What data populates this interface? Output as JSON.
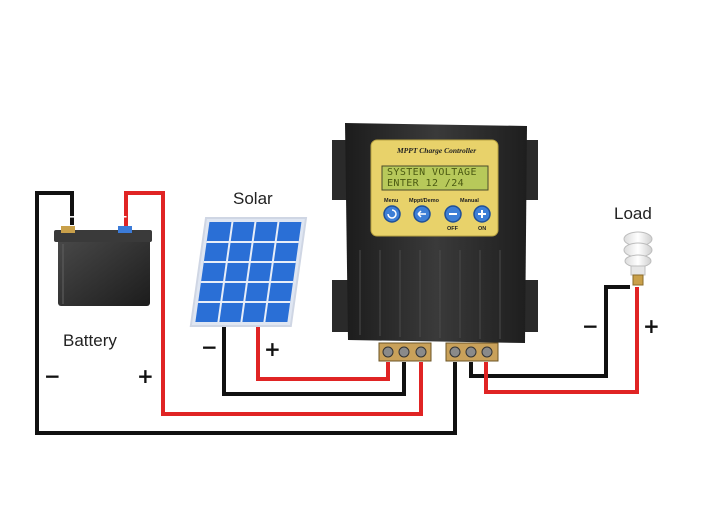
{
  "diagram": {
    "components": {
      "solar": {
        "label": "Solar"
      },
      "battery": {
        "label": "Battery"
      },
      "load": {
        "label": "Load"
      }
    },
    "controller": {
      "title": "MPPT Charge Controller",
      "lcd_line1": "SYSTEN VOLTAGE",
      "lcd_line2": "ENTER  12  /24",
      "buttons": {
        "menu": "Menu",
        "mppt_demo": "Mppt/Demo",
        "manual": "Manual",
        "off": "OFF",
        "on": "ON"
      }
    },
    "polarity": {
      "negative": "−",
      "positive": "+"
    },
    "colors": {
      "positive_wire": "#e02424",
      "negative_wire": "#111111",
      "controller_body": "#2a2a2a",
      "panel_blue": "#2a6fd6",
      "lcd": "#b7c95a",
      "faceplate": "#e8d26a"
    }
  }
}
